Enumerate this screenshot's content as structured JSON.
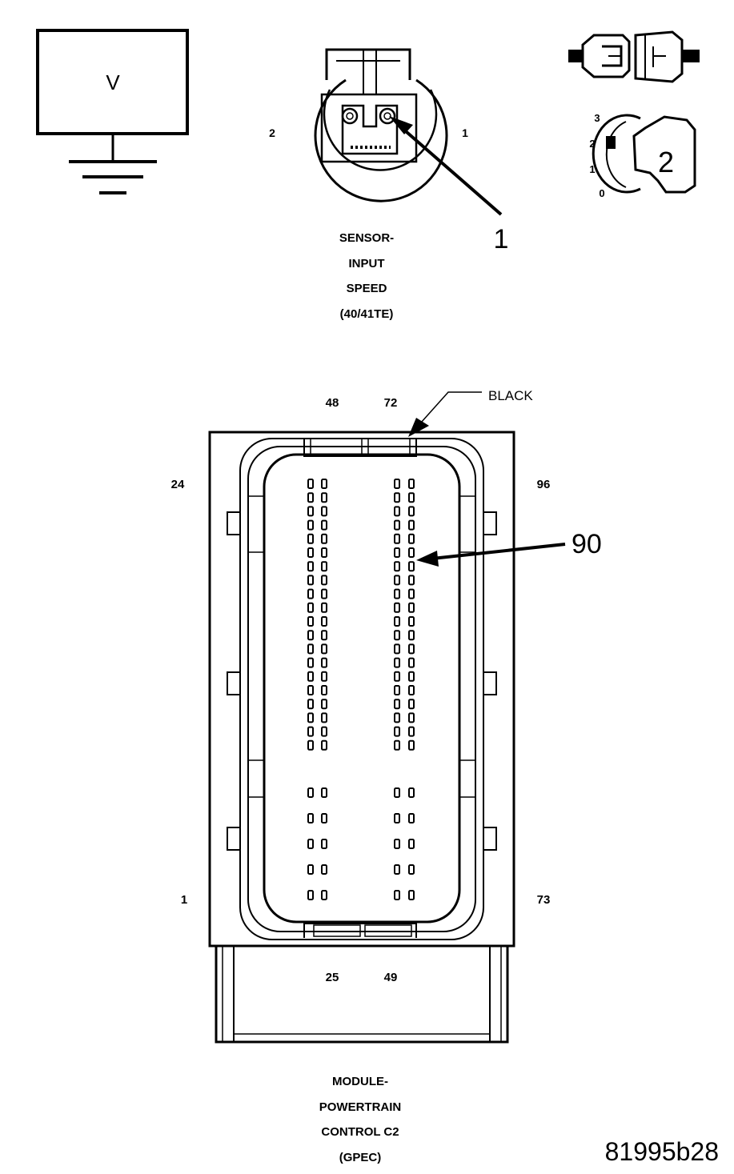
{
  "voltmeter": {
    "label": "V"
  },
  "sensor_connector": {
    "pin_left": "2",
    "pin_right": "1",
    "callout": "1",
    "caption": [
      "SENSOR-",
      "INPUT",
      "SPEED",
      "(40/41TE)"
    ]
  },
  "ignition_switch": {
    "positions": [
      "3",
      "2",
      "1",
      "0"
    ],
    "key_label": "2"
  },
  "pcm_connector": {
    "pin_top_left": "48",
    "pin_top_right": "72",
    "color_label": "BLACK",
    "pin_upper_left": "24",
    "pin_upper_right": "96",
    "callout": "90",
    "pin_lower_left": "1",
    "pin_lower_right": "73",
    "pin_bottom_left": "25",
    "pin_bottom_right": "49",
    "caption": [
      "MODULE-",
      "POWERTRAIN",
      "CONTROL C2",
      "(GPEC)"
    ]
  },
  "figure_id": "81995b28"
}
